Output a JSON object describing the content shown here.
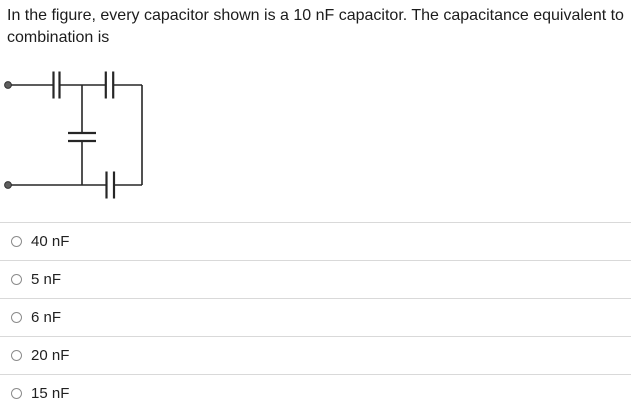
{
  "question": {
    "line1": "In the figure, every capacitor shown is a 10 nF capacitor. The capacitance equivalent to",
    "line2": "combination is"
  },
  "options": {
    "items": [
      {
        "label": "40 nF",
        "selected": false
      },
      {
        "label": "5 nF",
        "selected": false
      },
      {
        "label": "6 nF",
        "selected": false
      },
      {
        "label": "20 nF",
        "selected": false
      },
      {
        "label": "15 nF",
        "selected": false
      }
    ]
  },
  "colors": {
    "wire": "#262626",
    "terminal_fill": "#5f5f5f",
    "divider": "#d9d9d9",
    "radio_border": "#8c8c8c",
    "text": "#1c1c1c"
  }
}
